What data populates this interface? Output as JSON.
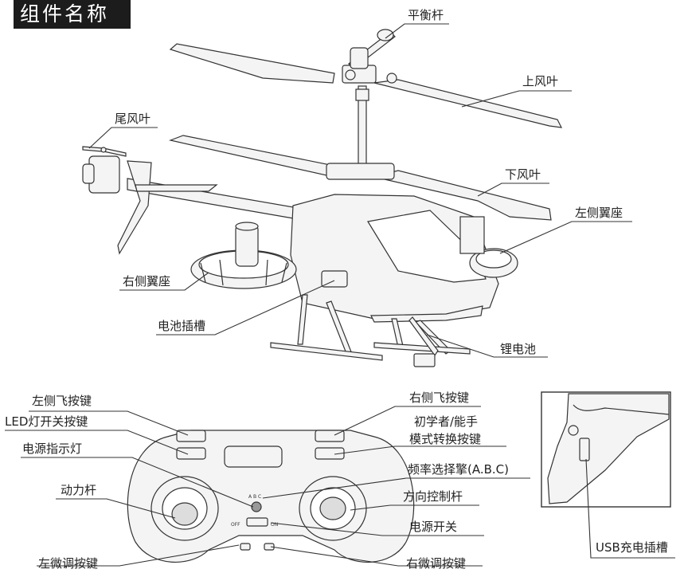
{
  "title": "组件名称",
  "labels": {
    "stabilizer_bar": "平衡杆",
    "upper_rotor": "上风叶",
    "tail_rotor": "尾风叶",
    "lower_rotor": "下风叶",
    "left_wing_mount": "左侧翼座",
    "right_wing_mount": "右侧翼座",
    "battery_slot": "电池插槽",
    "lithium_battery": "锂电池",
    "left_side_fly_button": "左侧飞按键",
    "led_switch_button": "LED灯开关按键",
    "power_indicator": "电源指示灯",
    "throttle_stick": "动力杆",
    "left_trim_button": "左微调按键",
    "right_side_fly_button": "右侧飞按键",
    "mode_switch_line1": "初学者/能手",
    "mode_switch_line2": "模式转换按键",
    "frequency_selector": "频率选择擎(A.B.C)",
    "direction_stick": "方向控制杆",
    "power_switch": "电源开关",
    "right_trim_button": "右微调按键",
    "usb_charge_port": "USB充电插槽"
  },
  "controller_marks": {
    "abc": "A B C",
    "off": "OFF",
    "on": "ON"
  },
  "colors": {
    "title_bg": "#1c1c1c",
    "line": "#333333",
    "fill": "#f2f2f2"
  }
}
